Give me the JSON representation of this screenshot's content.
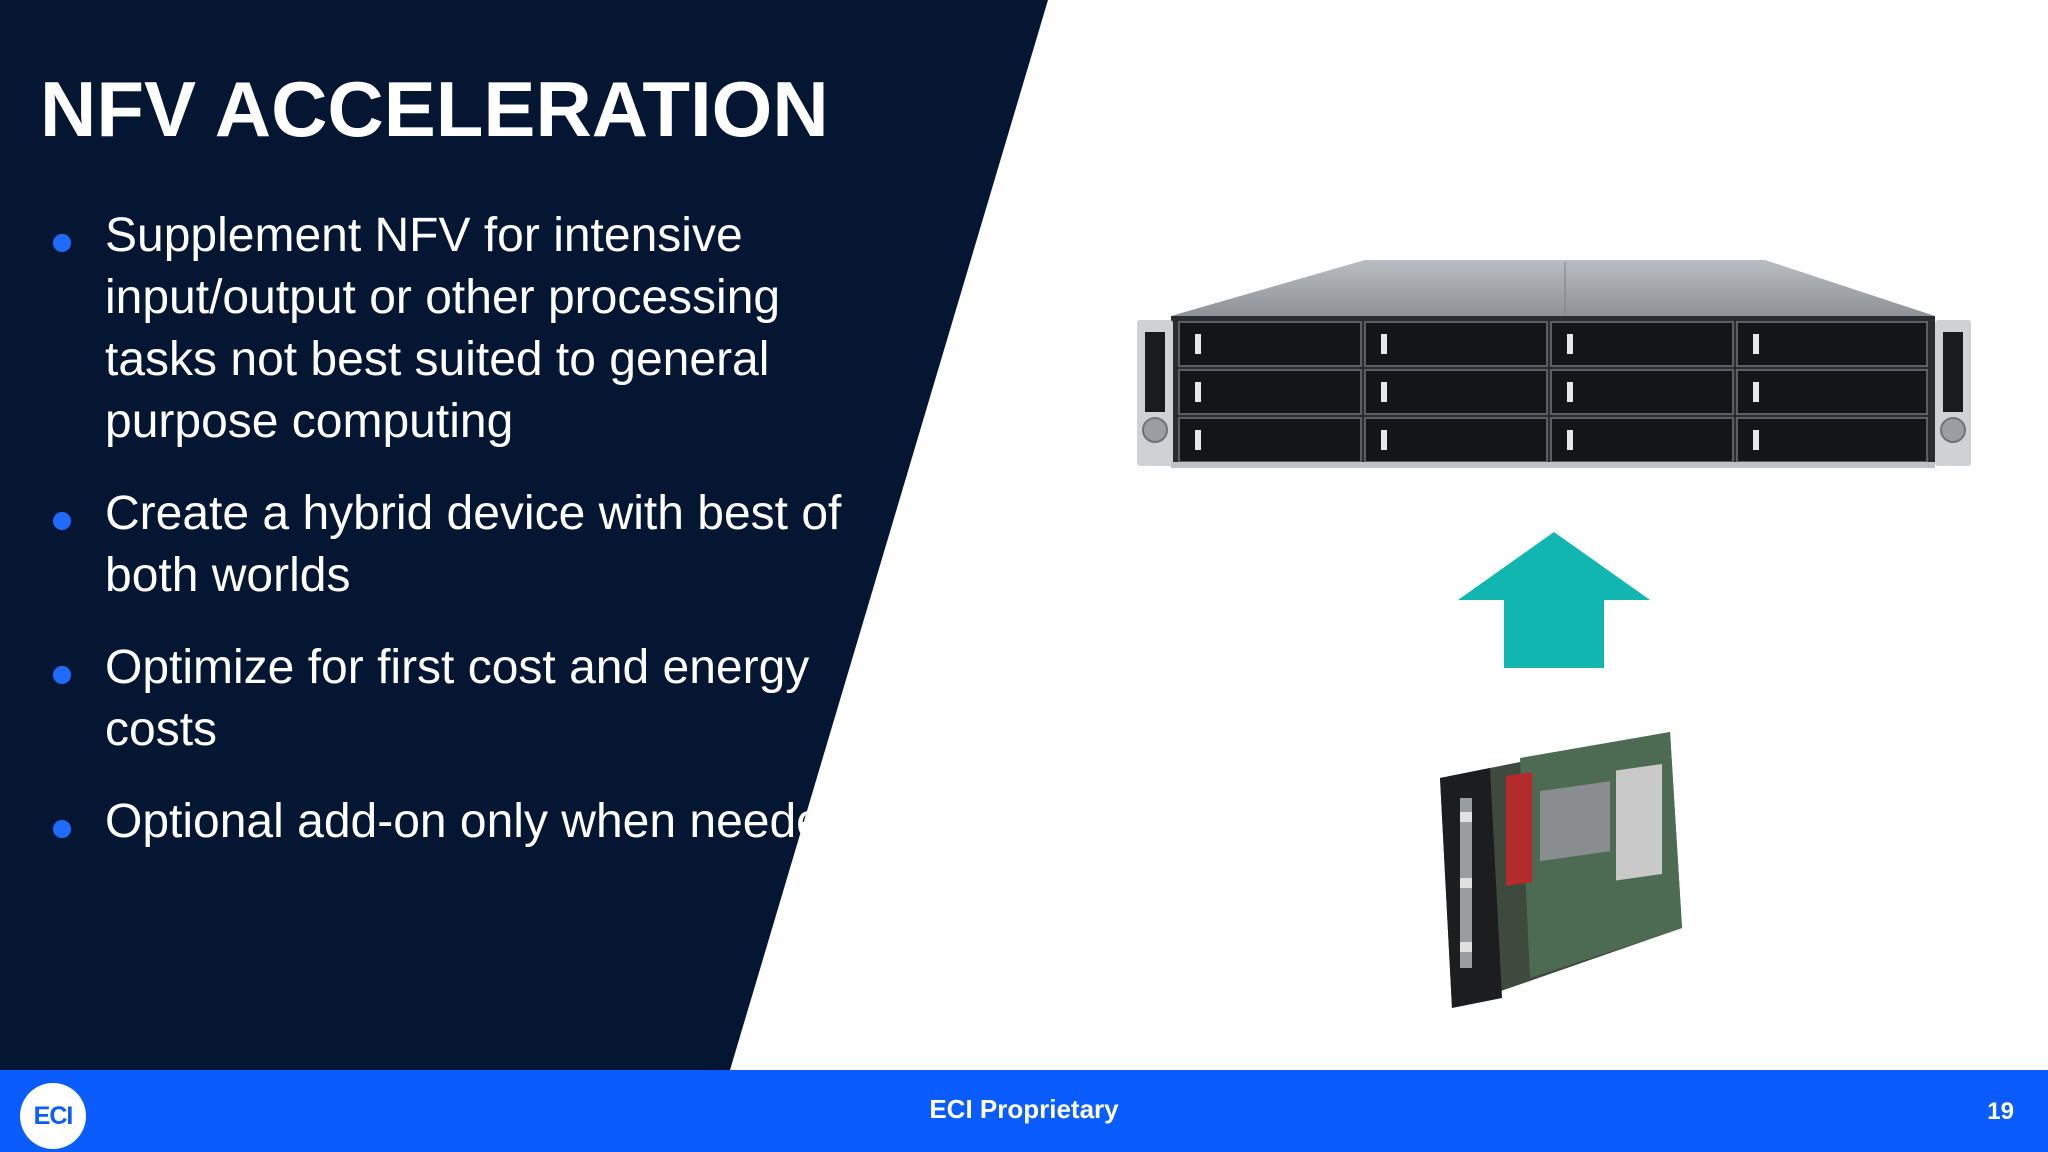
{
  "slide": {
    "title": "NFV ACCELERATION",
    "bullets": [
      "Supplement NFV for intensive input/output or other processing tasks not best suited to general purpose computing",
      "Create a hybrid device with best of both worlds",
      "Optimize for first cost and energy costs",
      "Optional add-on only when needed"
    ]
  },
  "footer": {
    "logo_text": "ECI",
    "center_text": "ECI Proprietary",
    "page_number": "19"
  },
  "colors": {
    "panel": "#051633",
    "footer": "#0a5cff",
    "bullet_dot": "#1f6bff",
    "arrow": "#12b6b0"
  }
}
